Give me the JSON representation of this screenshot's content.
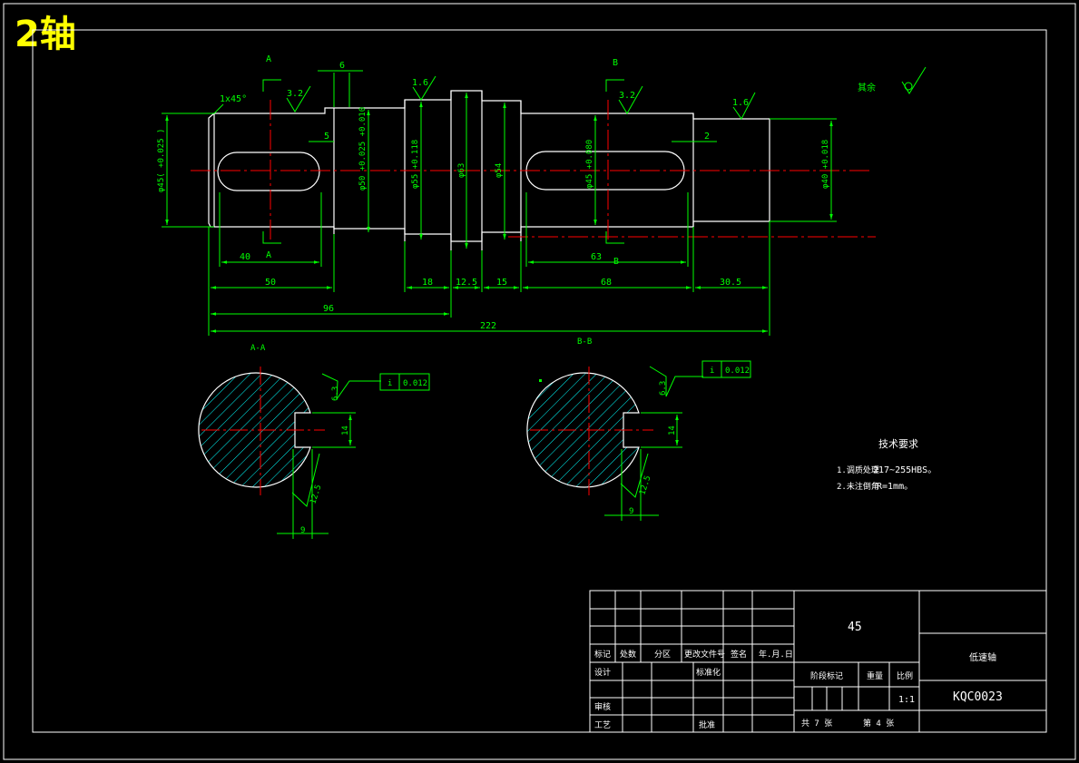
{
  "title": "2轴",
  "views": {
    "main": {
      "section_a": "A",
      "section_b": "B",
      "chamfer": "1x45°",
      "roughness": [
        "3.2",
        "1.6",
        "3.2",
        "1.6"
      ],
      "small_dims": [
        "6",
        "5",
        "2"
      ],
      "diameters": [
        "φ45( +0.025 )",
        "φ50 +0.025 +0.010",
        "φ55 +0.118",
        "φ63",
        "φ54",
        "φ45 +0.080",
        "φ40 +0.018"
      ],
      "lengths": [
        "40",
        "50",
        "96",
        "18",
        "12.5",
        "15",
        "68",
        "63",
        "30.5",
        "222"
      ]
    },
    "sections": {
      "aa_label": "A-A",
      "bb_label": "B-B",
      "aa_roughness": "6.3",
      "aa_key_depth": "14",
      "aa_key_rough": "12.5",
      "aa_key_width": "9",
      "aa_tol_sym": "i",
      "aa_tol_val": "0.012",
      "bb_roughness": "6.3",
      "bb_key_depth": "14",
      "bb_key_rough": "12.5",
      "bb_key_width": "9",
      "bb_tol_sym": "i",
      "bb_tol_val": "0.012"
    }
  },
  "notes": {
    "general_roughness": "其余",
    "heading": "技术要求",
    "line1_label": "1.调质处理",
    "line1_value": "217~255HBS。",
    "line2_label": "2.未注倒角",
    "line2_value": "R=1mm。"
  },
  "title_block": {
    "material": "45",
    "part_name": "低速轴",
    "drawing_no": "KQC0023",
    "scale": "1:1",
    "header_row": [
      "标记",
      "处数",
      "分区",
      "更改文件号",
      "签名",
      "年.月.日"
    ],
    "designer": "设计",
    "standardize": "标准化",
    "reviewer": "审核",
    "process": "工艺",
    "approve": "批准",
    "stage_mark": "阶段标记",
    "weight": "重量",
    "scale_label": "比例",
    "sheets": "共 7 张",
    "sheet_no": "第 4 张"
  },
  "colors": {
    "outline": "#ffffff",
    "dimension": "#00ff00",
    "centerline": "#ff0000",
    "hatch": "#00ffff",
    "title": "#ffff00"
  }
}
